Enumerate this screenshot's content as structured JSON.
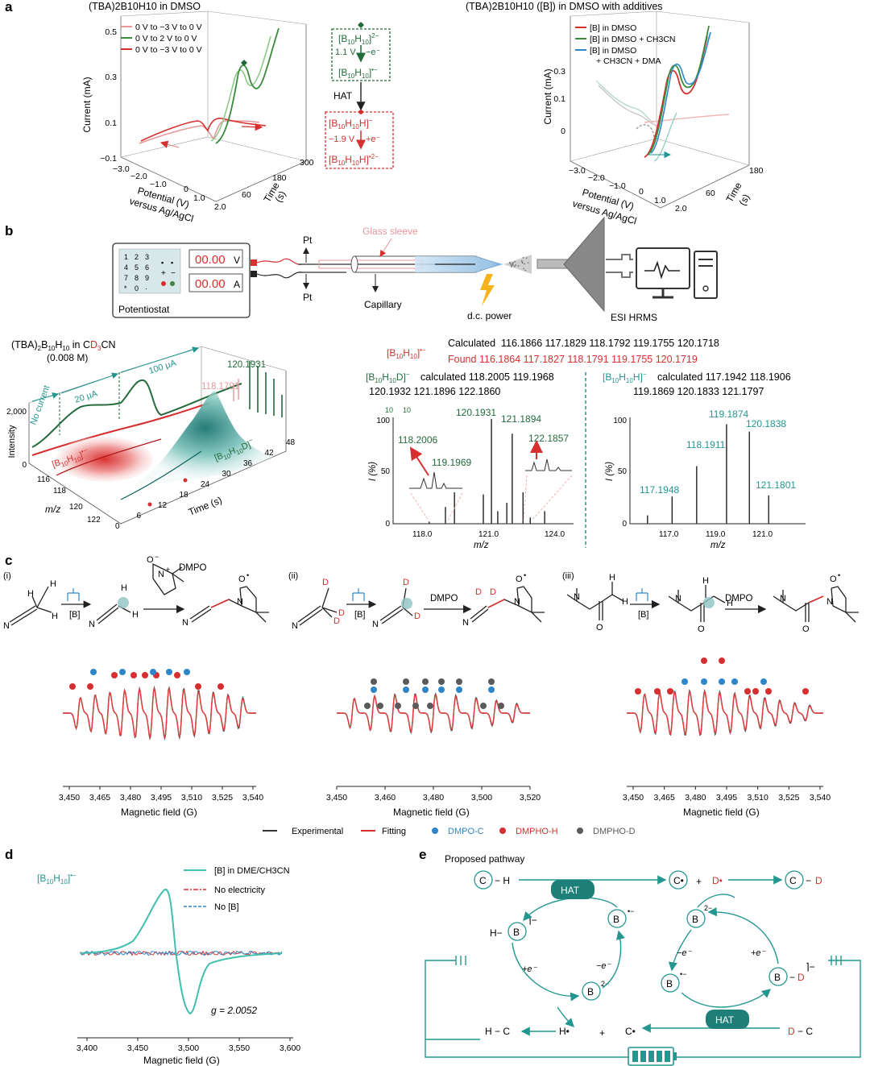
{
  "figure": {
    "panel_a": {
      "letter": "a",
      "left": {
        "title": "(TBA)2B10H10 in DMSO",
        "legend": [
          "0 V to −3 V to 0 V",
          "0 V to 2 V to 0 V",
          "0 V to −3 V to 0 V"
        ],
        "y_label": "Current (mA)",
        "y_ticks": [
          "0.5",
          "0.3",
          "0.1",
          "−0.1"
        ],
        "x_label_1": "Potential (V)",
        "x_label_2": "versus Ag/AgCl",
        "x_ticks": [
          "−3.0",
          "−2.0",
          "−1.0",
          "0",
          "1.0",
          "2.0"
        ],
        "t_label": "Time",
        "t_unit": "(s)",
        "t_ticks": [
          "60",
          "180",
          "300"
        ]
      },
      "scheme": {
        "ox_label": "1.1 V",
        "ox_e": "−e⁻",
        "hat": "HAT",
        "red_label": "−1.9 V",
        "red_e": "+e⁻"
      },
      "right": {
        "title": "(TBA)2B10H10 ([B]) in DMSO with additives",
        "legend": [
          "[B] in DMSO",
          "[B] in DMSO + CH3CN",
          "[B] in DMSO",
          "+ CH3CN + DMA"
        ],
        "y_label": "Current (mA)",
        "y_ticks": [
          "0.3",
          "0.1",
          "0"
        ],
        "x_label_1": "Potential (V)",
        "x_label_2": "versus Ag/AgCl",
        "x_ticks": [
          "−3.0",
          "−2.0",
          "−1.0",
          "0",
          "1.0",
          "2.0"
        ],
        "t_label": "Time",
        "t_unit": "(s)",
        "t_ticks": [
          "60",
          "180"
        ]
      }
    },
    "panel_b": {
      "letter": "b",
      "potentiostat": {
        "label": "Potentiostat",
        "keys": [
          "1",
          "2",
          "3",
          "4",
          "5",
          "6",
          "7",
          "8",
          "9",
          "*",
          "0",
          "·"
        ],
        "voltage": "00.00",
        "voltage_unit": "V",
        "current": "00.00",
        "current_unit": "A"
      },
      "setup_labels": {
        "pt_top": "Pt",
        "pt_bottom": "Pt",
        "glass": "Glass sleeve",
        "capillary": "Capillary",
        "power": "d.c. power",
        "ms": "ESI HRMS"
      },
      "waterfall": {
        "title_1": "(TBA)2B10H10 in CD3CN",
        "title_2": "(0.008 M)",
        "annotations": [
          "No current",
          "20 μA",
          "100 μA"
        ],
        "peak_labels": [
          "120.1931",
          "118.1791"
        ],
        "intensity_label": "Intensity",
        "intensity_ticks": [
          "2,000",
          "0"
        ],
        "mz_label": "m/z",
        "mz_ticks": [
          "116",
          "118",
          "120",
          "122"
        ],
        "time_label": "Time (s)",
        "time_ticks": [
          "0",
          "6",
          "12",
          "18",
          "24",
          "30",
          "36",
          "42",
          "48"
        ],
        "species_red": "[B10H10]•−",
        "species_green": "[B10H10D]−"
      },
      "radical": {
        "label": "[B10H10]•−",
        "calc_prefix": "Calculated",
        "calculated": "116.1866 117.1829 118.1792 119.1755 120.1718",
        "found_prefix": "Found",
        "found": "116.1864 117.1827 118.1791 119.1755 120.1719"
      },
      "ms_left": {
        "species": "[B10H10D]−",
        "calc_line_1": "calculated 118.2005 119.1968",
        "calc_line_2": "120.1932 121.1896 122.1860",
        "y_label": "I (%)",
        "y_ticks": [
          "100",
          "50",
          "0"
        ],
        "x_label": "m/z",
        "x_ticks": [
          "118.0",
          "121.0",
          "124.0"
        ],
        "peak_labels": [
          "118.2006",
          "119.1969",
          "120.1931",
          "121.1894",
          "122.1857"
        ],
        "corner_ticks": [
          "10",
          "10"
        ]
      },
      "ms_right": {
        "species": "[B10H10H]−",
        "calc_line_1": "calculated 117.1942 118.1906",
        "calc_line_2": "119.1869 120.1833 121.1797",
        "y_label": "I (%)",
        "y_ticks": [
          "100",
          "50",
          "0"
        ],
        "x_label": "m/z",
        "x_ticks": [
          "117.0",
          "119.0",
          "121.0"
        ],
        "peak_labels": [
          "117.1948",
          "118.1911",
          "119.1874",
          "120.1838",
          "121.1801"
        ]
      }
    },
    "panel_c": {
      "letter": "c",
      "roman": [
        "(i)",
        "(ii)",
        "(iii)"
      ],
      "reagent_b": "[B]",
      "dmpo": "DMPO",
      "x_label": "Magnetic field (G)",
      "x_ticks_i": [
        "3,450",
        "3,465",
        "3,480",
        "3,495",
        "3,510",
        "3,525",
        "3,540"
      ],
      "x_ticks_ii": [
        "3,450",
        "3,460",
        "3,480",
        "3,500",
        "3,520"
      ],
      "x_ticks_iii": [
        "3,450",
        "3,465",
        "3,480",
        "3,495",
        "3,510",
        "3,525",
        "3,540"
      ],
      "legend": {
        "experimental": "Experimental",
        "fitting": "Fitting",
        "dmpo_c": "DMPO-C",
        "dmpho_h": "DMPHO-H",
        "dmpho_d": "DMPHO-D"
      }
    },
    "panel_d": {
      "letter": "d",
      "species": "[B10H10]•−",
      "legend": [
        "[B] in DME/CH3CN",
        "No electricity",
        "No [B]"
      ],
      "g_value": "g = 2.0052",
      "x_label": "Magnetic field (G)",
      "x_ticks": [
        "3,400",
        "3,450",
        "3,500",
        "3,550",
        "3,600"
      ]
    },
    "panel_e": {
      "letter": "e",
      "title": "Proposed pathway",
      "hat": "HAT",
      "plus": "+",
      "e_minus": "−e⁻",
      "e_plus": "+e⁻"
    },
    "colors": {
      "red": "#d62f2f",
      "green": "#3a8a3a",
      "dark_green": "#236b3c",
      "teal": "#22968f",
      "blue": "#2e86c8",
      "grey": "#5a5a5a",
      "pink": "#e8969a",
      "orange": "#f6b41c"
    }
  }
}
